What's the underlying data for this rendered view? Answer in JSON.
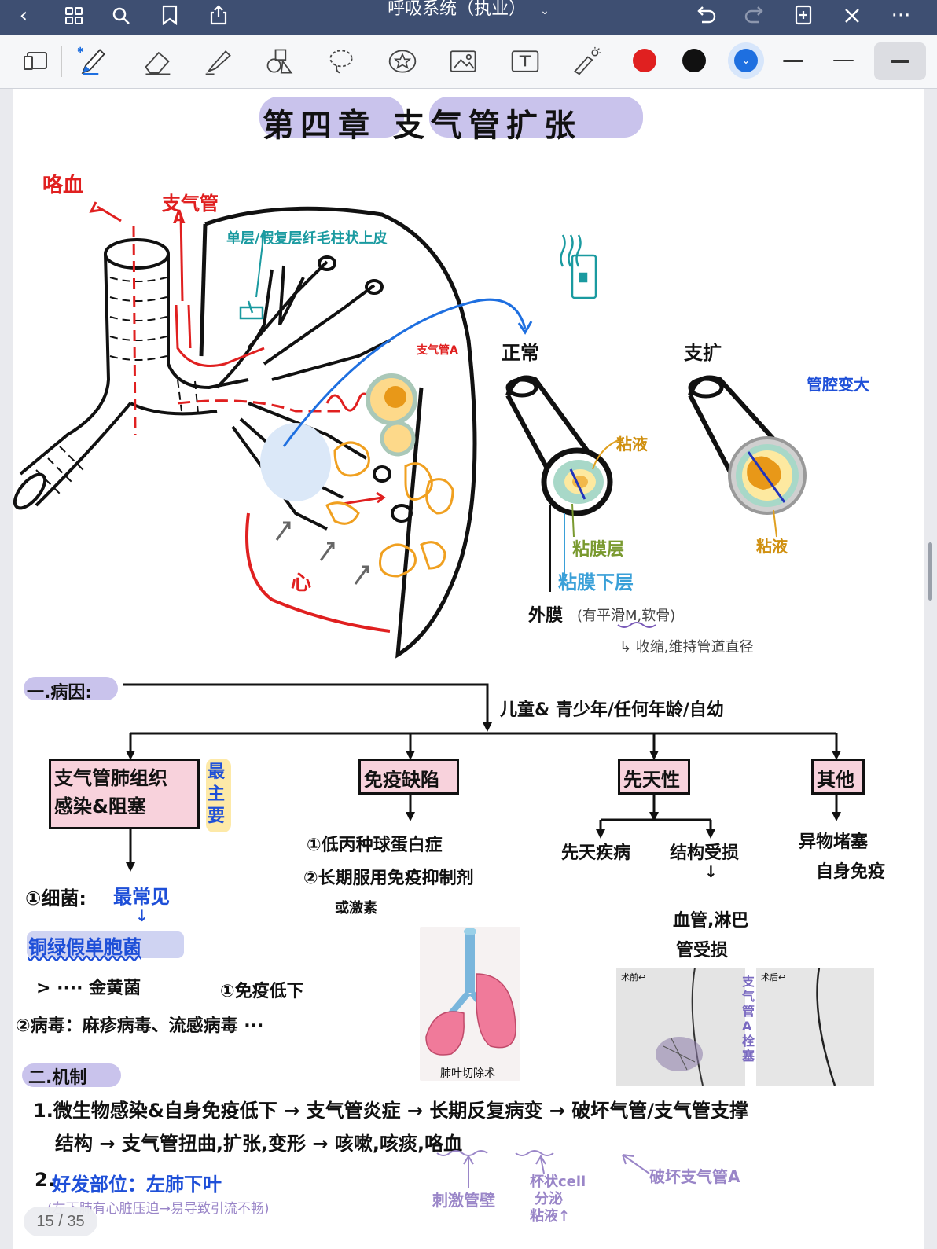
{
  "app": {
    "doc_title": "呼吸系统（执业）",
    "page_counter": "15 / 35"
  },
  "colors": {
    "topbar": "#3e4f72",
    "pen_red": "#e02020",
    "pen_black": "#111111",
    "pen_blue": "#1e6fe0",
    "highlight_purple": "#c9c3ec",
    "highlight_yellow": "#fde9a8",
    "highlight_pink": "#f8d2dc",
    "teal": "#1a9aa0",
    "annot_purple": "#9a86c8"
  },
  "toolbar": {
    "tools": [
      "page-layout-icon",
      "pen-icon",
      "eraser-icon",
      "highlighter-icon",
      "shapes-icon",
      "lasso-icon",
      "sticker-icon",
      "image-icon",
      "text-icon",
      "laser-pointer-icon"
    ],
    "pen_colors": [
      "#e02020",
      "#111111",
      "#1e6fe0"
    ],
    "stroke_sizes": [
      "thin",
      "medium",
      "thick"
    ]
  },
  "note": {
    "title": "第四章   支气管扩张",
    "diagram": {
      "hemoptysis": "咯血",
      "bronchial_artery": "支气管",
      "artery_a": "A",
      "epithelium": "单层/假复层纤毛柱状上皮",
      "bronchial_artery_small": "支气管A",
      "heart": "心",
      "normal": "正常",
      "dilated": "支扩",
      "lumen_enlarged": "管腔变大",
      "mucus_1": "粘液",
      "mucosa_layer": "粘膜层",
      "submucosa_layer": "粘膜下层",
      "adventitia": "外膜",
      "adventitia_detail": "(有平滑M,软骨)",
      "adventitia_function": "↳ 收缩,维持管道直径",
      "mucus_2": "粘液"
    },
    "etiology": {
      "heading": "一.病因:",
      "age": "儿童& 青少年/任何年龄/自幼",
      "cat1": "支气管肺组织\n感染&阻塞",
      "cat1_tag": "最主要",
      "cat2": "免疫缺陷",
      "cat3": "先天性",
      "cat4": "其他",
      "infection_1": "①细菌:",
      "most_common": "最常见",
      "pseudomonas": "铜绿假单胞菌",
      "staph": "> ···· 金黄菌",
      "low_immunity": "①免疫低下",
      "virus": "②病毒：麻疹病毒、流感病毒 ···",
      "immuno_1": "①低丙种球蛋白症",
      "immuno_2": "②长期服用免疫抑制剂",
      "immuno_3": "或激素",
      "congenital_1": "先天疾病",
      "congenital_2": "结构受损",
      "congenital_3": "↓",
      "congenital_4": "血管,淋巴",
      "congenital_5": "管受损",
      "other_1": "异物堵塞",
      "other_2": "自身免疫",
      "lobectomy_caption": "肺叶切除术",
      "scan_before": "术前↩",
      "scan_after": "术后↩",
      "embolization": "支气管A栓塞"
    },
    "mechanism": {
      "heading": "二.机制",
      "line1": "1.微生物感染&自身免疫低下 → 支气管炎症 → 长期反复病变 → 破坏气管/支气管支撑",
      "line2": "结构 → 支气管扭曲,扩张,变形 → 咳嗽,咳痰,咯血",
      "annot_irritation": "刺激管壁",
      "annot_goblet_1": "杯状cell",
      "annot_goblet_2": "分泌",
      "annot_goblet_3": "粘液↑",
      "annot_artery": "破坏支气管A",
      "site_label": "2.",
      "site_text": "好发部位：左肺下叶",
      "site_reason": "(左下肺有心脏压迫→易导致引流不畅)"
    }
  }
}
